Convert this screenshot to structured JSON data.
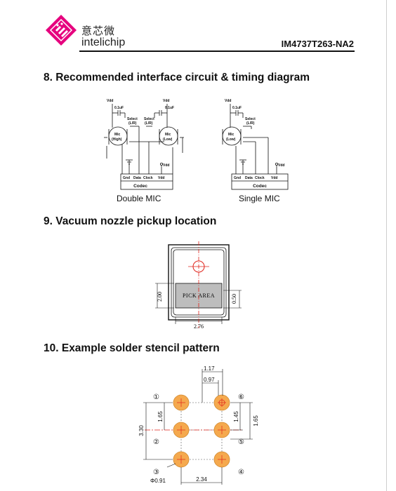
{
  "header": {
    "brand_cn": "意芯微",
    "brand_en": "intelichip",
    "part_number": "IM4737T263-NA2",
    "logo_icon": "intelichip-diamond-logo"
  },
  "section8": {
    "title": "8. Recommended interface circuit & timing diagram",
    "double_caption": "Double MIC",
    "single_caption": "Single MIC",
    "labels": {
      "vdd": "Vdd",
      "cap": "0.1uF",
      "select": "Select",
      "lr": "(L/R)",
      "mic": "Mic",
      "high": "(High)",
      "low": "(Low)",
      "gnd": "Gnd",
      "data": "Data",
      "clock": "Clock",
      "codec": "Codec"
    }
  },
  "section9": {
    "title": "9. Vacuum nozzle pickup location",
    "pick_area": "PICK AREA",
    "dim_height": "2.00",
    "dim_width": "2.76",
    "dim_pick": "0.50"
  },
  "section10": {
    "title": "10. Example solder stencil pattern",
    "pads": [
      "①",
      "②",
      "③",
      "④",
      "⑤",
      "⑥"
    ],
    "dims": {
      "d117": "1.17",
      "d097": "0.97",
      "d165_left": "1.65",
      "d330": "3.30",
      "d145": "1.45",
      "d165_right": "1.65",
      "d091": "Φ0.91",
      "d234": "2.34"
    }
  },
  "colors": {
    "logo_magenta": "#e6007e",
    "pad_orange": "#f5a94e",
    "crosshair_red": "#e0241b",
    "pick_area_gray": "#bdbdbd"
  }
}
